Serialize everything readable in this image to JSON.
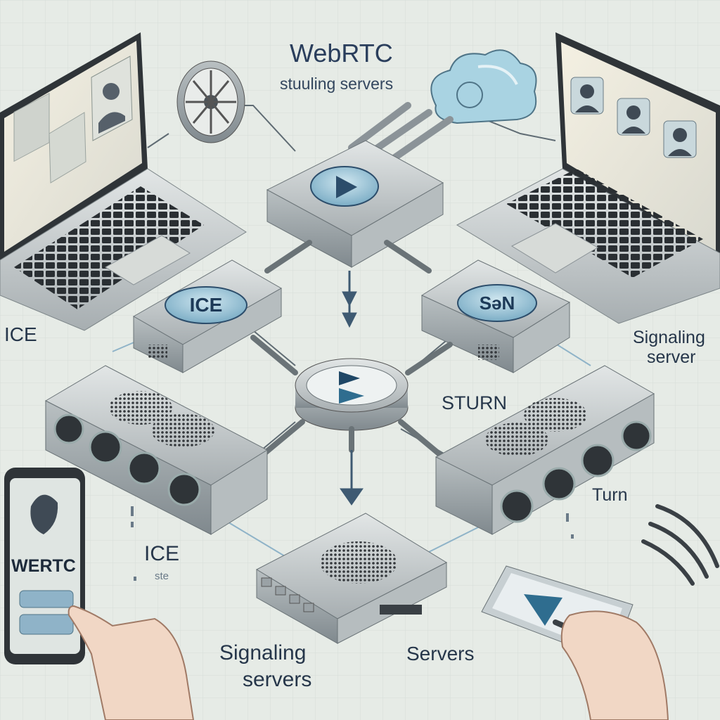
{
  "title": "WebRTC",
  "subtitle": "stuuling servers",
  "labels": {
    "ice_left": "ICE",
    "ice_bottom": "ICE",
    "ste": "ste",
    "signaling_right_line1": "Signaling",
    "signaling_right_line2": "server",
    "stun": "STURN",
    "turn": "Turn",
    "signaling_bottom_line1": "Signaling",
    "signaling_bottom_line2": "servers",
    "servers": "Servers"
  },
  "device_badges": {
    "ice_box": "ICE",
    "stn_box": "SǝN",
    "phone_screen": "WERTC"
  },
  "icons": [
    "laptop-icon",
    "fan-icon",
    "cloud-icon",
    "router-icon",
    "play-icon",
    "server-icon",
    "phone-icon",
    "tablet-icon",
    "signal-waves-icon",
    "hand-icon",
    "arrow-down-icon"
  ],
  "colors": {
    "background": "#e6ebe6",
    "device_metal": "#c4cacb",
    "accent_blue": "#7fb3cc",
    "play_dark": "#2c4d6b",
    "text": "#26364a"
  }
}
